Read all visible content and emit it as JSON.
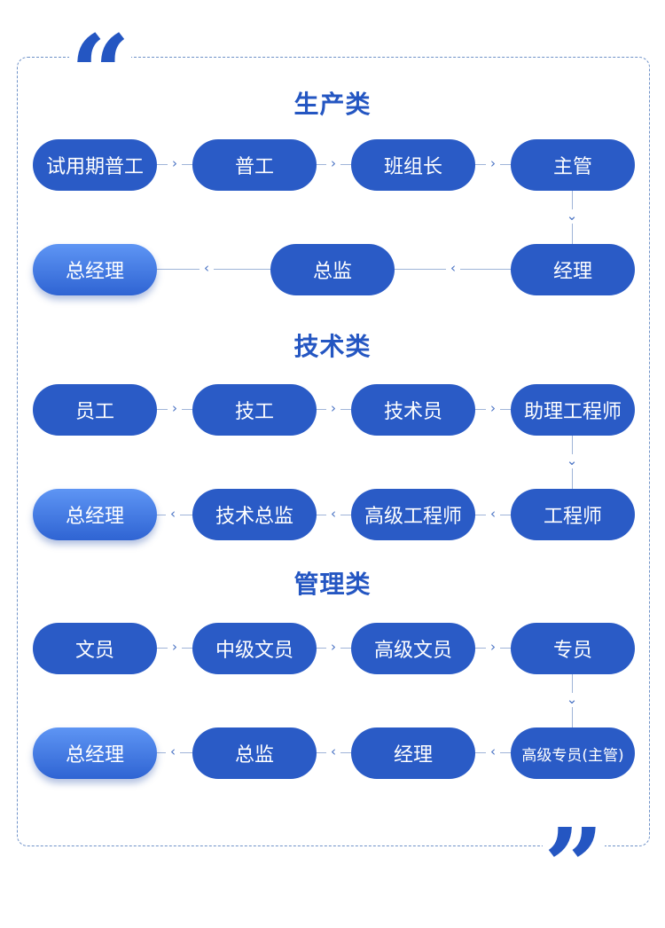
{
  "quotes": {
    "open": "“",
    "close": "”"
  },
  "sections": [
    {
      "title": "生产类",
      "row1": [
        "试用期普工",
        "普工",
        "班组长",
        "主管"
      ],
      "row2": [
        "总经理",
        "总监",
        "经理"
      ]
    },
    {
      "title": "技术类",
      "row1": [
        "员工",
        "技工",
        "技术员",
        "助理工程师"
      ],
      "row2": [
        "总经理",
        "技术总监",
        "高级工程师",
        "工程师"
      ]
    },
    {
      "title": "管理类",
      "row1": [
        "文员",
        "中级文员",
        "高级文员",
        "专员"
      ],
      "row2": [
        "总经理",
        "总监",
        "经理",
        "高级专员(主管)"
      ]
    }
  ],
  "colors": {
    "accent": "#2a5bc6",
    "title": "#2456c2",
    "line": "#9fb4d8"
  },
  "icons": {
    "arrow_right": "chevron-right-icon",
    "arrow_left": "chevron-left-icon",
    "arrow_down": "chevron-down-icon"
  }
}
